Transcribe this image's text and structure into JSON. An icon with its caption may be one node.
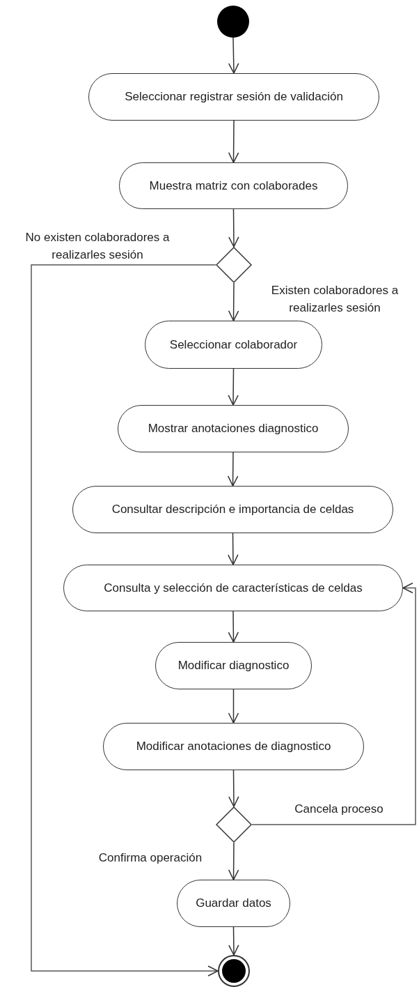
{
  "diagram": {
    "nodes": [
      {
        "text": [],
        "shape": "circle"
      },
      {
        "text": [
          "Seleccionar registrar sesión de validación"
        ]
      },
      {
        "text": [
          "Muestra matriz con colaborades"
        ]
      },
      {
        "text": [],
        "shape": "diamond"
      },
      {
        "text": [
          "Seleccionar colaborador"
        ]
      },
      {
        "text": [
          "Mostrar anotaciones diagnostico"
        ]
      },
      {
        "text": [
          "Consultar descripción e importancia de celdas"
        ]
      },
      {
        "text": [
          "Consulta y selección de características de celdas"
        ]
      },
      {
        "text": [
          "Modificar diagnostico"
        ]
      },
      {
        "text": [
          "Modificar anotaciones de diagnostico"
        ]
      },
      {
        "text": [],
        "shape": "diamond"
      },
      {
        "text": [
          "Guardar datos"
        ]
      },
      {
        "text": [],
        "shape": "bullseye"
      }
    ],
    "edges": [
      {
        "from": 0,
        "to": 1,
        "arrow": "to"
      },
      {
        "from": 1,
        "to": 2,
        "arrow": "to"
      },
      {
        "from": 2,
        "to": 3,
        "arrow": "to"
      },
      {
        "from": 3,
        "to": 4,
        "arrow": "to",
        "label": "Existen colaboradores a realizarles sesión"
      },
      {
        "from": 3,
        "to": 12,
        "arrow": "to",
        "label": "No existen colaboradores a realizarles sesión"
      },
      {
        "from": 4,
        "to": 5,
        "arrow": "to"
      },
      {
        "from": 5,
        "to": 6,
        "arrow": "to"
      },
      {
        "from": 6,
        "to": 7,
        "arrow": "to"
      },
      {
        "from": 7,
        "to": 8,
        "arrow": "to"
      },
      {
        "from": 8,
        "to": 9,
        "arrow": "to"
      },
      {
        "from": 9,
        "to": 10,
        "arrow": "to"
      },
      {
        "from": 10,
        "to": 11,
        "arrow": "to",
        "label": "Confirma operación"
      },
      {
        "from": 10,
        "to": 7,
        "arrow": "to",
        "label": "Cancela proceso"
      },
      {
        "from": 11,
        "to": 12,
        "arrow": "to"
      }
    ]
  }
}
